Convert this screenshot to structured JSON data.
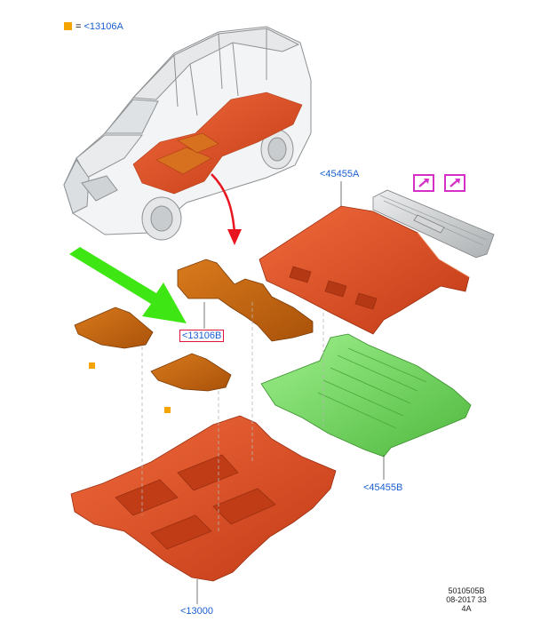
{
  "legend": {
    "symbol": "=",
    "ref": "<13106A",
    "marker_color": "#f5a300"
  },
  "labels": {
    "floor_mat_front": "<13106B",
    "rear_floor_cover_upper": "<45455A",
    "rear_floor_cover_lower": "<45455B",
    "carpet": "<13000"
  },
  "footer": {
    "line1": "5010505B",
    "line2": "08-2017 33",
    "line3": "4A"
  },
  "colors": {
    "part_red": "#e2522a",
    "part_orange": "#c8650e",
    "part_green": "#7bd86a",
    "part_grey": "#c9cbcc",
    "highlight_arrow": "#3ee614",
    "callout_arrow": "#e8141e",
    "link_blue": "#1a5fd0",
    "marker_orange": "#f5a300",
    "icon_border": "#d62fc8"
  },
  "icons": [
    "link-arrow-icon",
    "link-arrow-icon"
  ]
}
